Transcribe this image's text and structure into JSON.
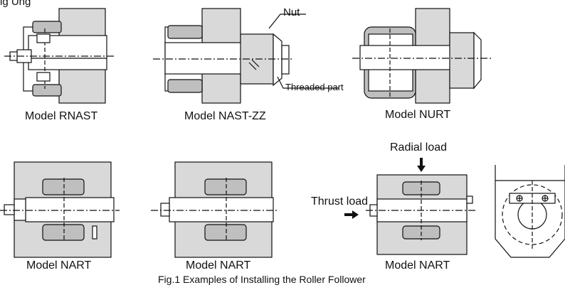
{
  "header_fragment": "ig Ung",
  "callouts": {
    "nut": "Nut",
    "threaded": "Threaded part"
  },
  "loads": {
    "radial": "Radial load",
    "thrust": "Thrust load"
  },
  "models": {
    "rnast": "Model RNAST",
    "nast_zz": "Model NAST-ZZ",
    "nurt": "Model NURT",
    "nart_1": "Model NART",
    "nart_2": "Model NART",
    "nart_3": "Model NART"
  },
  "caption": "Fig.1 Examples of Installing the Roller Follower",
  "colors": {
    "housing": "#d9d9d9",
    "roller": "#bfbfbf",
    "line": "#111111",
    "ink": "#111111"
  }
}
